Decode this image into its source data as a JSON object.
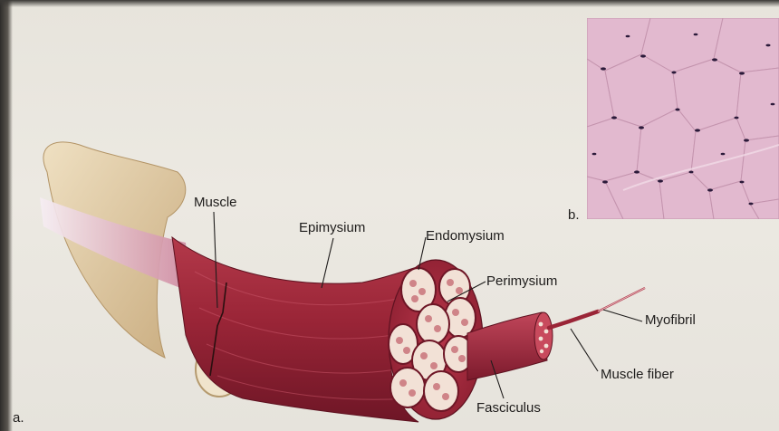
{
  "panels": {
    "a": "a.",
    "b": "b."
  },
  "labels": {
    "muscle": "Muscle",
    "epimysium": "Epimysium",
    "endomysium": "Endomysium",
    "perimysium": "Perimysium",
    "myofibril": "Myofibril",
    "muscle_fiber": "Muscle fiber",
    "fasciculus": "Fasciculus"
  },
  "colors": {
    "muscle_red": "#9d2a3a",
    "bone": "#e8d6b4",
    "tendon": "#efe2ea",
    "micrograph_pink": "#d9a9c3"
  }
}
